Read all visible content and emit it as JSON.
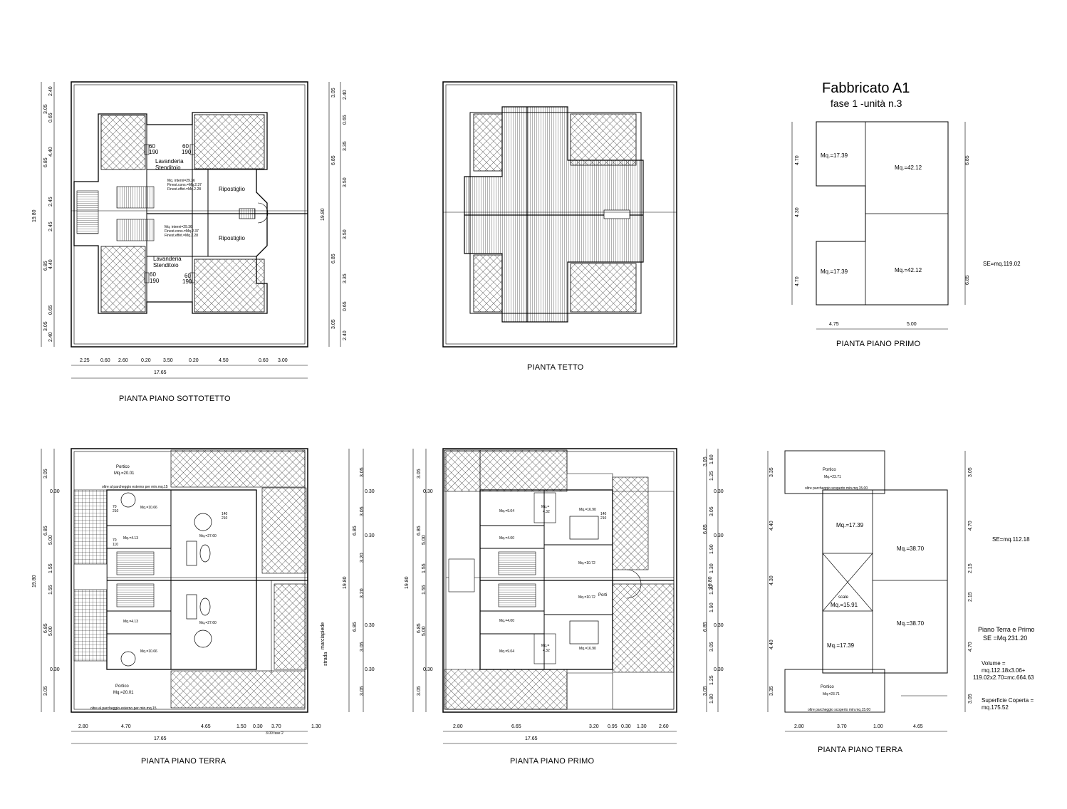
{
  "header": {
    "title": "Fabbricato A1",
    "subtitle": "fase 1 -unità n.3"
  },
  "captions": {
    "sottotetto": "PIANTA PIANO SOTTOTETTO",
    "tetto": "PIANTA TETTO",
    "primo_schema": "PIANTA PIANO PRIMO",
    "terra": "PIANTA PIANO TERRA",
    "primo": "PIANTA PIANO PRIMO",
    "terra_schema": "PIANTA PIANO TERRA"
  },
  "sottotetto": {
    "rooms": {
      "lav1": "Lavanderia",
      "sten1": "Stenditoio",
      "lav2": "Lavanderia",
      "sten2": "Stenditoio",
      "rip1": "Ripostiglio",
      "rip2": "Ripostiglio"
    },
    "notes1": [
      "Mq. interni=29.36",
      "Finest.cons.=Mq.2.37",
      "Finest.effet.=Mq.2.28"
    ],
    "notes2": [
      "Mq. interni=29.36",
      "Finest.cons.=Mq.2.37",
      "Finest.effet.=Mq.2.28"
    ],
    "windows": [
      "60",
      "190",
      "60",
      "190",
      "60",
      "190",
      "60",
      "190"
    ],
    "dims_bottom": [
      "2.25",
      "0.60",
      "2.60",
      "0.20",
      "3.50",
      "0.20",
      "4.50",
      "0.60",
      "3.00"
    ],
    "dim_total": "17.65",
    "dims_left_outer": [
      "3.05",
      "6.85",
      "19.80",
      "6.85",
      "3.05"
    ],
    "dims_left_inner": [
      "2.40",
      "0.65",
      "4.40",
      "2.45",
      "2.45",
      "4.40",
      "0.65",
      "2.40"
    ],
    "dims_right_outer": [
      "3.05",
      "6.85",
      "19.80",
      "6.85",
      "3.05"
    ],
    "dims_right_inner": [
      "2.40",
      "0.65",
      "3.35",
      "3.50",
      "3.50",
      "3.35",
      "0.65",
      "2.40"
    ]
  },
  "schema_primo": {
    "areas": [
      "Mq.=17.39",
      "Mq.=42.12",
      "Mq.=17.39",
      "Mq.=42.12"
    ],
    "se": "SE=mq.119.02",
    "dims_left": [
      "4.70",
      "4.30",
      "4.70"
    ],
    "dims_right": [
      "6.85",
      "6.85"
    ],
    "dims_bottom": [
      "4.75",
      "5.00"
    ]
  },
  "terra": {
    "portico": "Portico",
    "portico_mq": "Mq.=20.01",
    "parking_note": "oltre al parcheggio esterno per min.mq.15",
    "areas": [
      "Mq.=10.66",
      "Mq.=4.13",
      "Mq.=27.60",
      "Mq.=27.60",
      "Mq.=4.13",
      "Mq.=10.66"
    ],
    "door": [
      "140",
      "210"
    ],
    "win_small": [
      "70",
      "210",
      "70",
      "110"
    ],
    "street": [
      "marciapiede",
      "strada"
    ],
    "dims_bottom": [
      "2.80",
      "4.70",
      "4.65",
      "1.50",
      "0.30",
      "3.70",
      "1.30"
    ],
    "dim_fase": "3.00 fase 2",
    "dim_total": "17.65",
    "dims_left_outer": [
      "3.05",
      "6.85",
      "19.80",
      "6.85",
      "3.05"
    ],
    "dims_left_inner": [
      "0.30",
      "5.00",
      "1.55",
      "1.55",
      "5.00",
      "0.30"
    ],
    "dims_right_outer": [
      "6.85",
      "19.80",
      "6.85"
    ],
    "dims_right_inner": [
      "3.05",
      "0.30",
      "3.05",
      "0.30",
      "3.20",
      "3.20",
      "0.30",
      "3.05",
      "0.30",
      "3.05"
    ]
  },
  "primo": {
    "areas": [
      "Mq.=9.04",
      "Mq.=",
      "4.32",
      "Mq.=16.90",
      "Mq.=4.00",
      "Mq.=10.72",
      "Mq.=10.72",
      "Mq.=4.00",
      "Mq.=",
      "4.32",
      "Mq.=9.04",
      "Mq.=16.90"
    ],
    "porti": "Porti",
    "door": [
      "140",
      "210"
    ],
    "dims_bottom": [
      "2.80",
      "6.65",
      "3.20",
      "0.95",
      "0.30",
      "1.30",
      "2.60"
    ],
    "dim_total": "17.65",
    "dims_left_outer": [
      "3.05",
      "6.85",
      "19.80",
      "6.85",
      "3.05"
    ],
    "dims_left_inner": [
      "0.30",
      "5.00",
      "1.55",
      "1.55",
      "5.00",
      "0.30"
    ],
    "dims_right_outer": [
      "3.05",
      "6.85",
      "19.80",
      "6.85",
      "3.05"
    ],
    "dims_right_inner": [
      "1.80",
      "1.25",
      "0.30",
      "3.05",
      "0.30",
      "1.90",
      "1.30",
      "1.30",
      "1.90",
      "0.30",
      "3.05",
      "0.30",
      "1.25",
      "1.80"
    ]
  },
  "schema_terra": {
    "portico": "Portico",
    "portico_mq": "Mq.=23.71",
    "parking": "oltre parcheggio scoperto min.mq.15.00",
    "areas": [
      "Mq.=17.39",
      "Mq.=38.70",
      "Mq.=15.91",
      "Mq.=38.70",
      "Mq.=17.39"
    ],
    "scale": "scale",
    "se": "SE=mq.112.18",
    "totale_title": "Piano Terra e Primo",
    "totale_se": "SE =Mq.231.20",
    "volume": [
      "Volume =",
      "mq.112.18x3.06+",
      "119.02x2.70=mc.664.63"
    ],
    "superficie": [
      "Superficie  Coperta =",
      "mq.175.52"
    ],
    "dims_left": [
      "3.35",
      "4.40",
      "4.30",
      "4.40",
      "3.35"
    ],
    "dims_right": [
      "3.05",
      "4.70",
      "2.15",
      "2.15",
      "4.70",
      "3.05"
    ],
    "dims_bottom": [
      "2.80",
      "3.70",
      "1.00",
      "4.65"
    ]
  }
}
